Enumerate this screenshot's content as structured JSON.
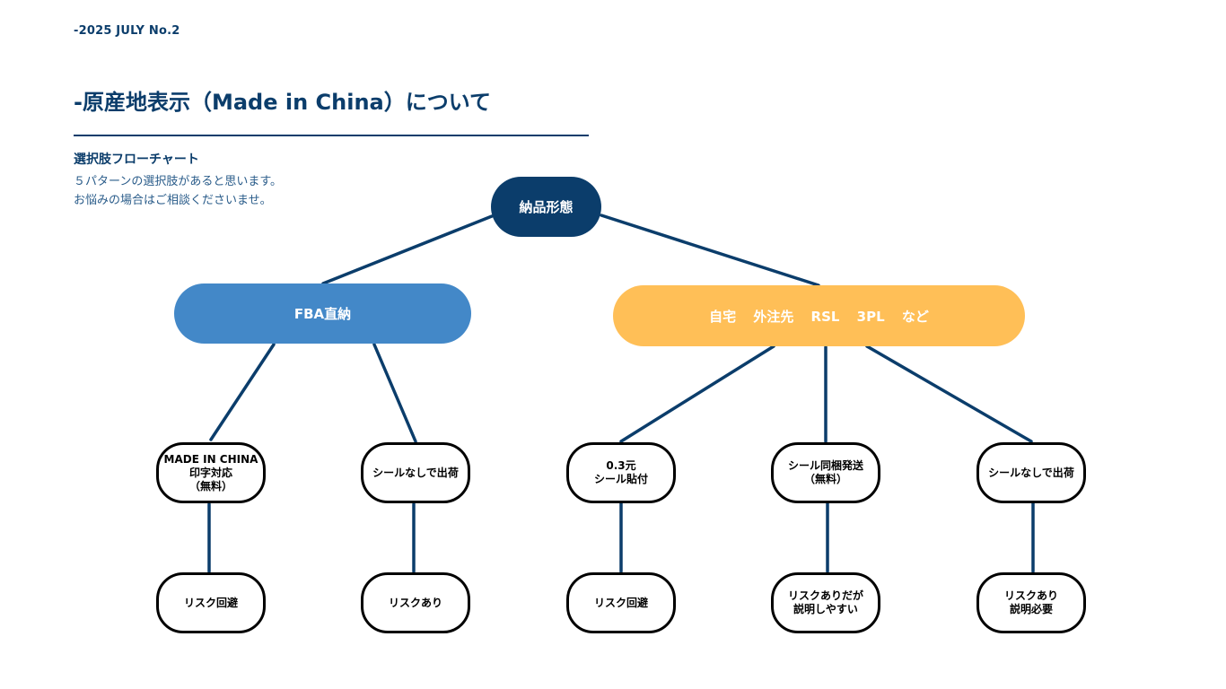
{
  "header": {
    "issue": "-2025 JULY No.2",
    "title": "-原産地表示（Made in China）について",
    "subtitle": "選択肢フローチャート",
    "desc_line1": "５パターンの選択肢があると思います。",
    "desc_line2": "お悩みの場合はご相談くださいませ。"
  },
  "colors": {
    "navy": "#0b3d6b",
    "fba_blue": "#4388c8",
    "home_yellow": "#ffbf57",
    "outline": "#000000"
  },
  "flowchart": {
    "root": "納品形態",
    "fba": "FBA直納",
    "home": "自宅 外注先 RSL 3PL など",
    "options": [
      {
        "lines": [
          "MADE IN CHINA",
          "印字対応",
          "（無料）"
        ],
        "outcome": [
          "リスク回避"
        ]
      },
      {
        "lines": [
          "シールなしで出荷"
        ],
        "outcome": [
          "リスクあり"
        ]
      },
      {
        "lines": [
          "0.3元",
          "シール貼付"
        ],
        "outcome": [
          "リスク回避"
        ]
      },
      {
        "lines": [
          "シール同梱発送",
          "（無料）"
        ],
        "outcome": [
          "リスクありだが",
          "説明しやすい"
        ]
      },
      {
        "lines": [
          "シールなしで出荷"
        ],
        "outcome": [
          "リスクあり",
          "説明必要"
        ]
      }
    ]
  }
}
